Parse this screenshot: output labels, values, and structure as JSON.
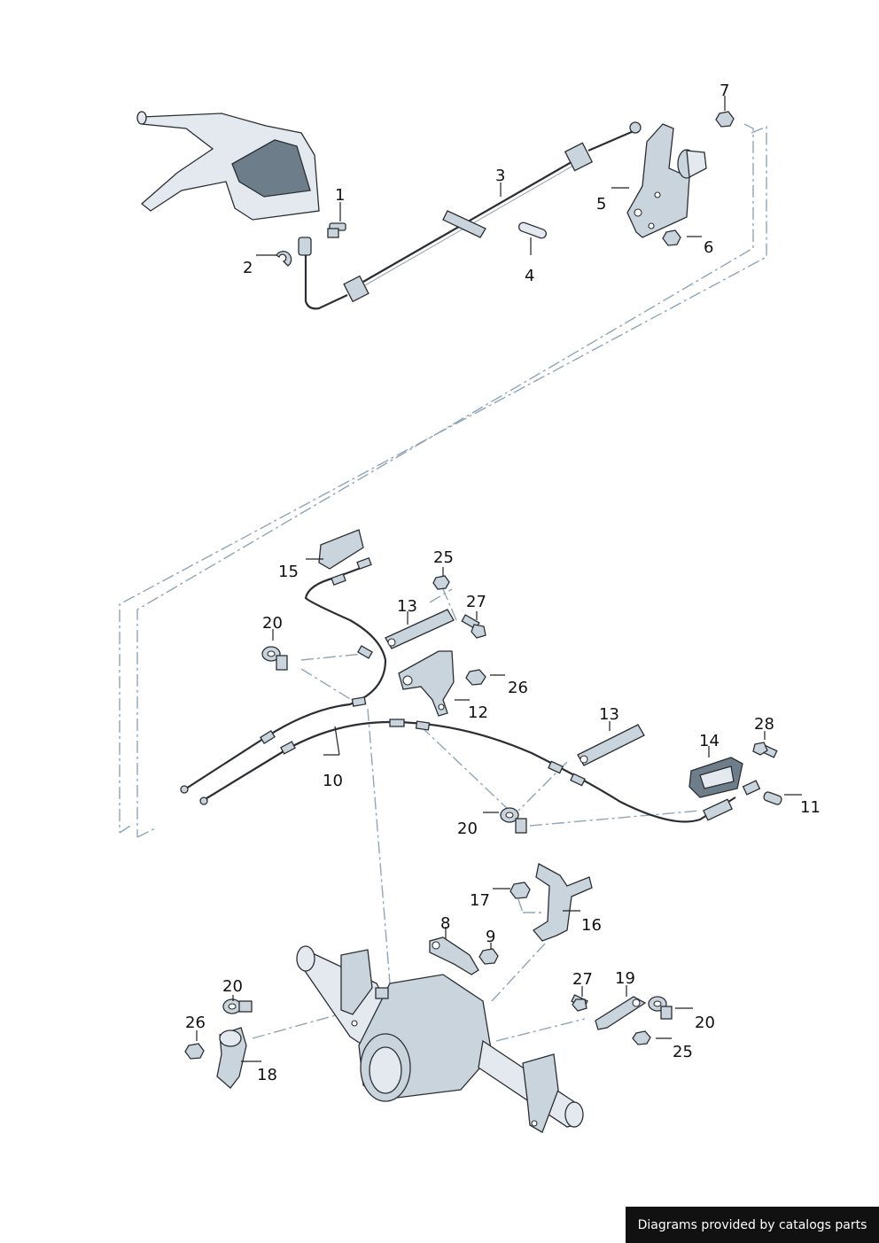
{
  "callouts": {
    "c1": "1",
    "c2": "2",
    "c3": "3",
    "c4": "4",
    "c5": "5",
    "c6": "6",
    "c7": "7",
    "c8": "8",
    "c9": "9",
    "c10": "10",
    "c11": "11",
    "c12": "12",
    "c13a": "13",
    "c13b": "13",
    "c14": "14",
    "c15": "15",
    "c16": "16",
    "c17": "17",
    "c18": "18",
    "c19": "19",
    "c20a": "20",
    "c20b": "20",
    "c20c": "20",
    "c20d": "20",
    "c25a": "25",
    "c25b": "25",
    "c26a": "26",
    "c26b": "26",
    "c27a": "27",
    "c27b": "27",
    "c28": "28"
  },
  "footer": {
    "credit": "Diagrams provided by catalogs parts",
    "credit_bg": "#111111",
    "credit_color": "#ffffff"
  },
  "colors": {
    "part_fill": "#c9d4dd",
    "centerline": "#8fa6b8"
  }
}
